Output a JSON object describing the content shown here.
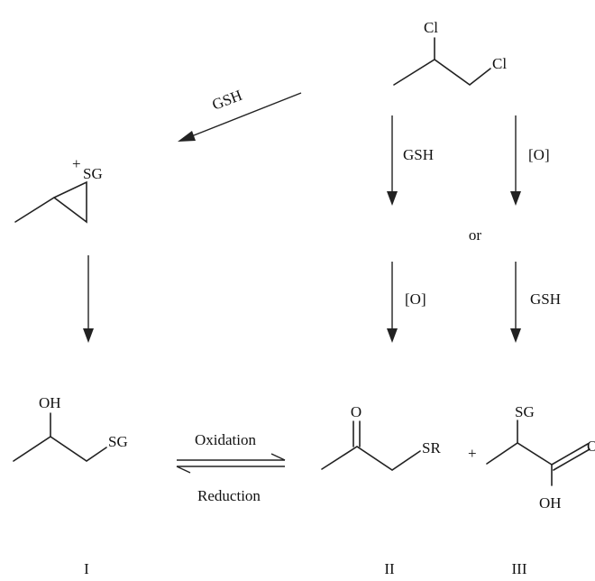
{
  "colors": {
    "ink": "#222222",
    "background": "#ffffff"
  },
  "reactant": {
    "atom_cl_top": "Cl",
    "atom_cl_right": "Cl"
  },
  "intermediate": {
    "charge": "+",
    "group": "SG"
  },
  "reagents": {
    "gsh_left": "GSH",
    "gsh_upper": "GSH",
    "oxid_upper": "[O]",
    "or_label": "or",
    "oxid_lower": "[O]",
    "gsh_lower": "GSH"
  },
  "product_I": {
    "oh": "OH",
    "sg": "SG",
    "numeral": "I"
  },
  "equilibrium": {
    "forward": "Oxidation",
    "reverse": "Reduction"
  },
  "product_II": {
    "o": "O",
    "sr": "SR",
    "numeral": "II"
  },
  "plus_sign": "+",
  "product_III": {
    "sg": "SG",
    "o": "O",
    "oh": "OH",
    "numeral": "III"
  }
}
